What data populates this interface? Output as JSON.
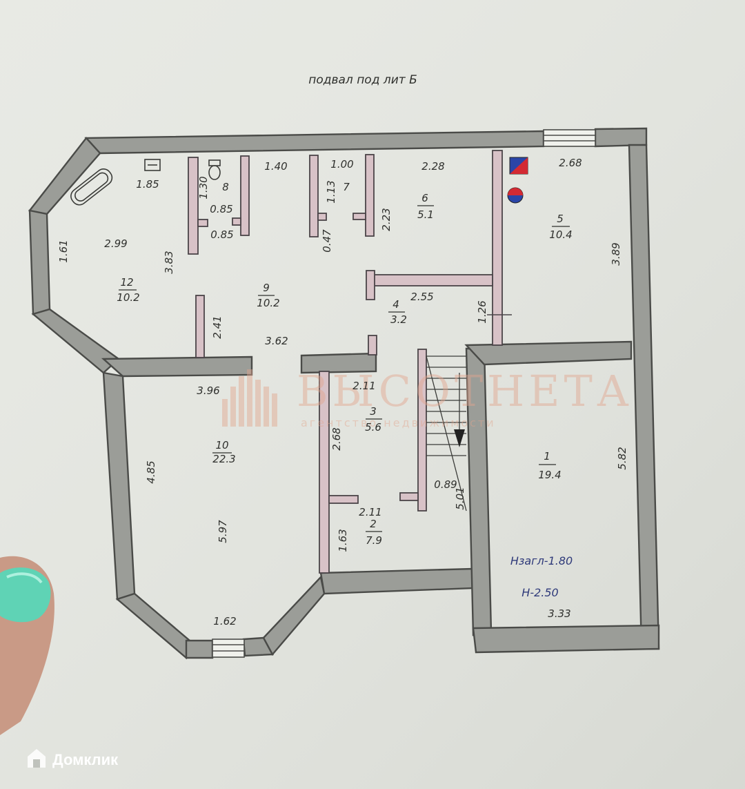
{
  "plan_title": "подвал под лит Б",
  "rooms": [
    {
      "number": "1",
      "area": "19.4"
    },
    {
      "number": "2",
      "area": "7.9"
    },
    {
      "number": "3",
      "area": "5.6"
    },
    {
      "number": "4",
      "area": "3.2"
    },
    {
      "number": "5",
      "area": "10.4"
    },
    {
      "number": "6",
      "area": "5.1"
    },
    {
      "number": "7",
      "area": ""
    },
    {
      "number": "8",
      "area": ""
    },
    {
      "number": "9",
      "area": "10.2"
    },
    {
      "number": "10",
      "area": "22.3"
    },
    {
      "number": "12",
      "area": "10.2"
    }
  ],
  "dimensions": [
    "1.85",
    "1.30",
    "0.85",
    "0.85",
    "1.40",
    "1.00",
    "1.13",
    "0.47",
    "2.23",
    "2.28",
    "2.68",
    "1.61",
    "2.99",
    "3.83",
    "2.55",
    "1.26",
    "3.89",
    "2.41",
    "3.62",
    "3.96",
    "2.11",
    "2.68",
    "4.85",
    "5.97",
    "0.89",
    "5.01",
    "2.11",
    "1.63",
    "1.62",
    "5.82",
    "3.33"
  ],
  "notes": {
    "h_zagl": "Нзагл-1.80",
    "h": "Н-2.50"
  },
  "watermark": {
    "title": "ВЫСОТНЕТА",
    "subtitle": "агентство недвижимости"
  },
  "brand": "Домклик",
  "colors": {
    "wall": "#9b9d98",
    "interior_wall": "#d8c2c7",
    "paper": "#e6e8e2",
    "nail": "#5fd3b5",
    "notes": "#2f3a7a"
  }
}
